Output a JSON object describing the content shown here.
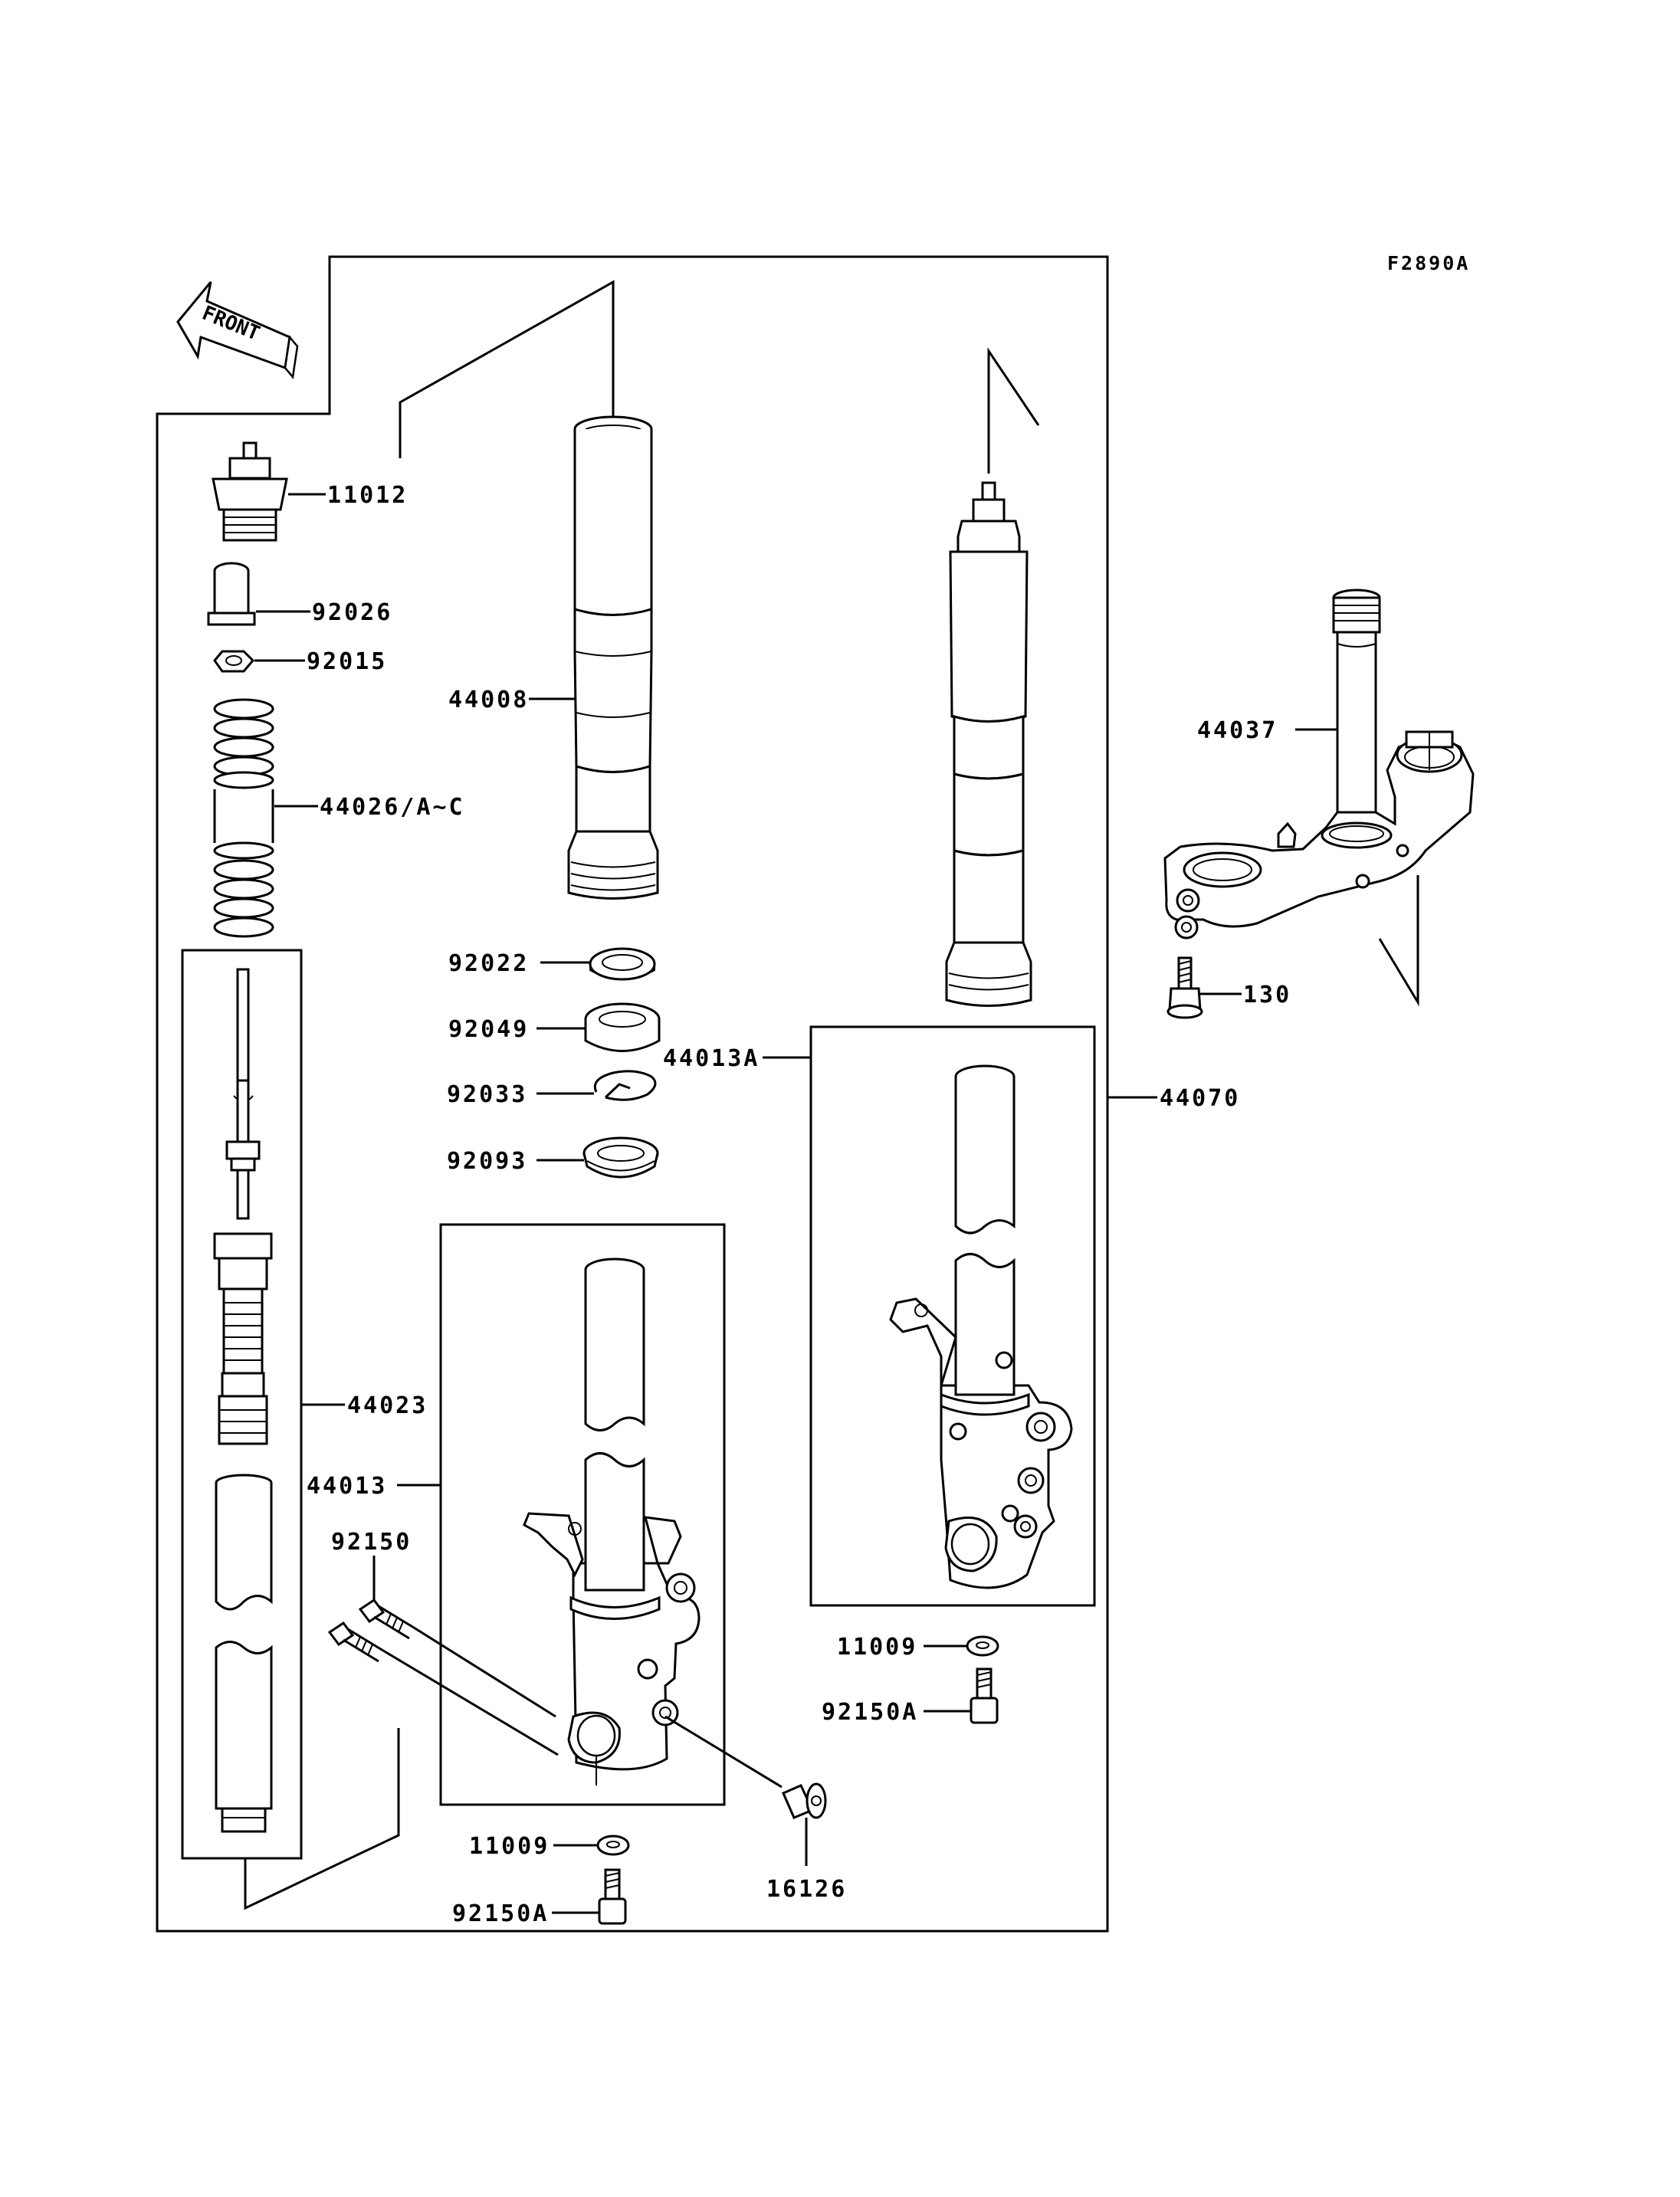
{
  "diagram_code": "F2890A",
  "front_label": "FRONT",
  "labels": {
    "p11012": "11012",
    "p92026": "92026",
    "p92015": "92015",
    "p44026": "44026/A~C",
    "p44008": "44008",
    "p92022": "92022",
    "p92049": "92049",
    "p92033": "92033",
    "p92093": "92093",
    "p44023": "44023",
    "p44013": "44013",
    "p92150": "92150",
    "p11009a": "11009",
    "p92150a_a": "92150A",
    "p16126": "16126",
    "p44013A": "44013A",
    "p44070": "44070",
    "p11009b": "11009",
    "p92150a_b": "92150A",
    "p44037": "44037",
    "p130": "130"
  }
}
